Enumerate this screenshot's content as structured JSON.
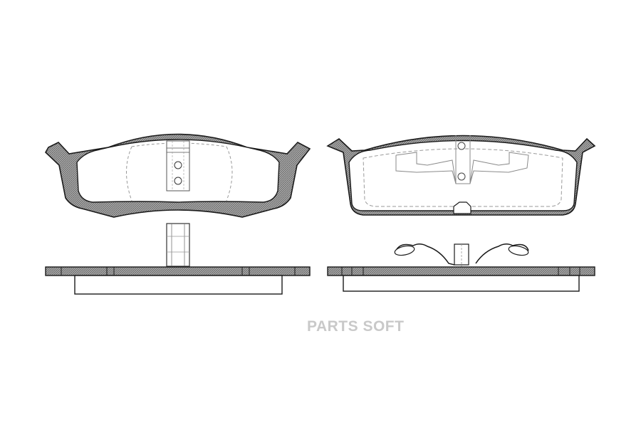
{
  "watermark": {
    "text": "PARTS SOFT"
  },
  "colors": {
    "outline": "#1a1a1a",
    "hatch": "#7d7d7d",
    "hidden_line": "#9a9a9a",
    "watermark": "#c9c9c9",
    "background": "#ffffff"
  },
  "views": [
    {
      "name": "left-pad-front-view"
    },
    {
      "name": "right-pad-front-view"
    },
    {
      "name": "left-pad-side-view"
    },
    {
      "name": "right-pad-side-view"
    }
  ]
}
